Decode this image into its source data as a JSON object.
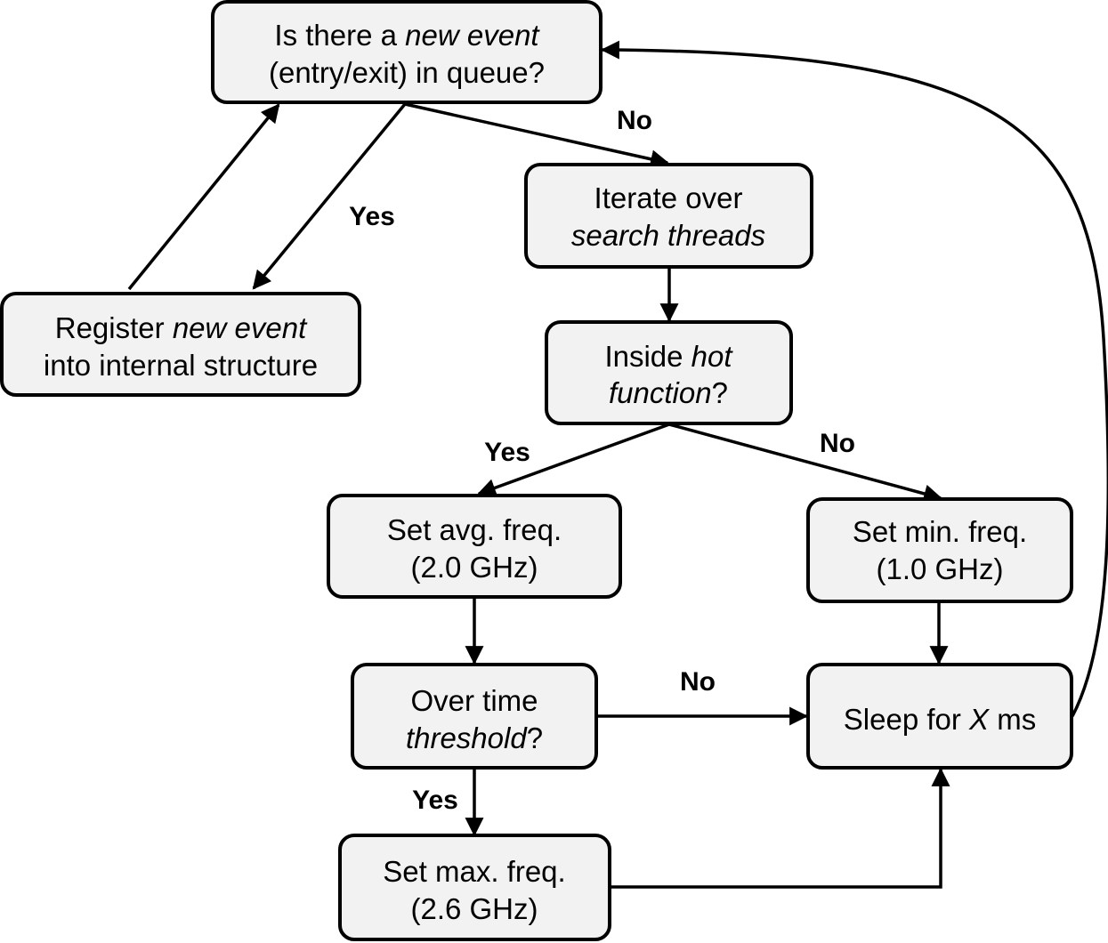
{
  "nodes": {
    "check_queue": {
      "line1": [
        "Is there a ",
        "new event"
      ],
      "line2": [
        "(entry/exit) in queue?"
      ]
    },
    "register": {
      "line1": [
        "Register ",
        "new event"
      ],
      "line2": [
        "into internal structure"
      ]
    },
    "iterate": {
      "line1": [
        "Iterate over"
      ],
      "line2": [
        "search threads"
      ]
    },
    "inside_hot": {
      "line1": [
        "Inside ",
        "hot"
      ],
      "line2": [
        "function",
        "?"
      ]
    },
    "set_avg": {
      "line1": [
        "Set avg. freq."
      ],
      "line2": [
        "(2.0 GHz)"
      ]
    },
    "set_min": {
      "line1": [
        "Set min. freq."
      ],
      "line2": [
        "(1.0 GHz)"
      ]
    },
    "over_time": {
      "line1": [
        "Over time"
      ],
      "line2": [
        "threshold",
        "?"
      ]
    },
    "sleep": {
      "line1": [
        "Sleep for ",
        "X",
        " ms"
      ]
    },
    "set_max": {
      "line1": [
        "Set max. freq."
      ],
      "line2": [
        "(2.6 GHz)"
      ]
    }
  },
  "edge_labels": {
    "queue_no": "No",
    "queue_yes": "Yes",
    "hot_yes": "Yes",
    "hot_no": "No",
    "threshold_no": "No",
    "threshold_yes": "Yes"
  },
  "colors": {
    "box_fill": "#f2f2f2",
    "stroke": "#000000"
  }
}
